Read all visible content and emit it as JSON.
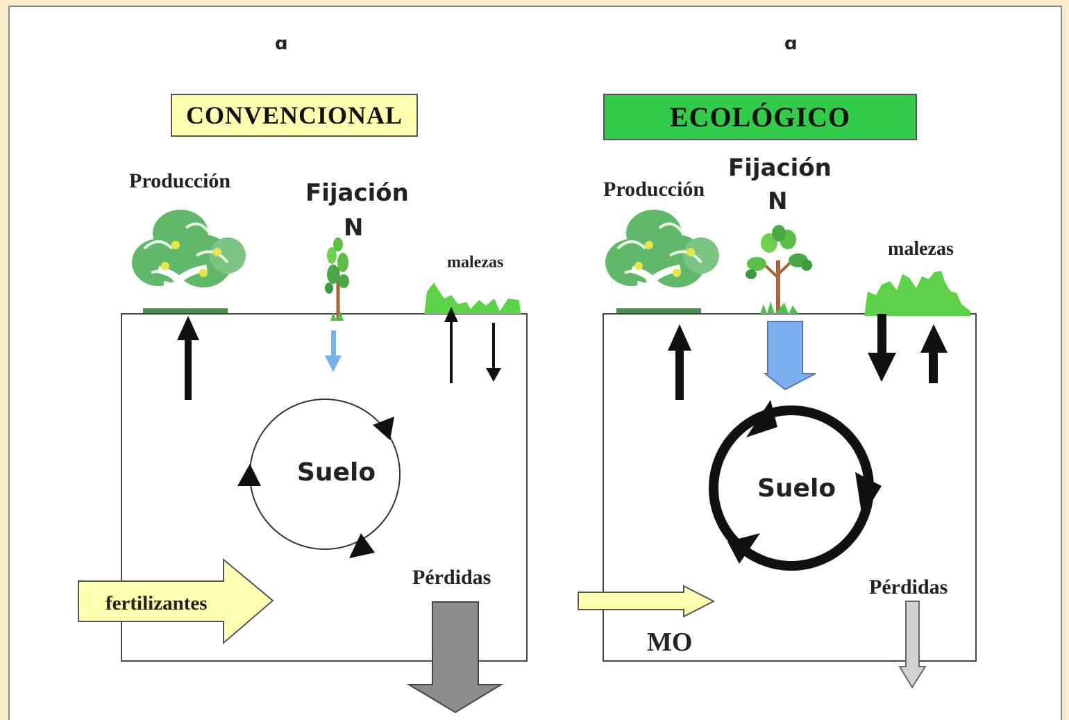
{
  "marks": {
    "left": "ɑ",
    "right": "ɑ"
  },
  "conventional": {
    "title": "CONVENCIONAL",
    "produccion": "Producción",
    "fijacion": "Fijación",
    "n": "N",
    "malezas": "malezas",
    "suelo": "Suelo",
    "perdidas": "Pérdidas",
    "fertilizantes": "fertilizantes"
  },
  "ecological": {
    "title": "ECOLÓGICO",
    "produccion": "Producción",
    "fijacion": "Fijación",
    "n": "N",
    "malezas": "malezas",
    "suelo": "Suelo",
    "perdidas": "Pérdidas",
    "mo": "MO"
  },
  "colors": {
    "background": "#fdeccc",
    "conventional_title_fill": "#ffffb0",
    "ecological_title_fill": "#33cc4a",
    "fertilizer_arrow": "#ffffb0",
    "nitrogen_arrow": "#7ab0f0",
    "losses_conventional": "#8c8c8c",
    "losses_ecological": "#d2d2d2",
    "weeds": "#5ed04a",
    "tree_foliage": "#62b86a"
  }
}
